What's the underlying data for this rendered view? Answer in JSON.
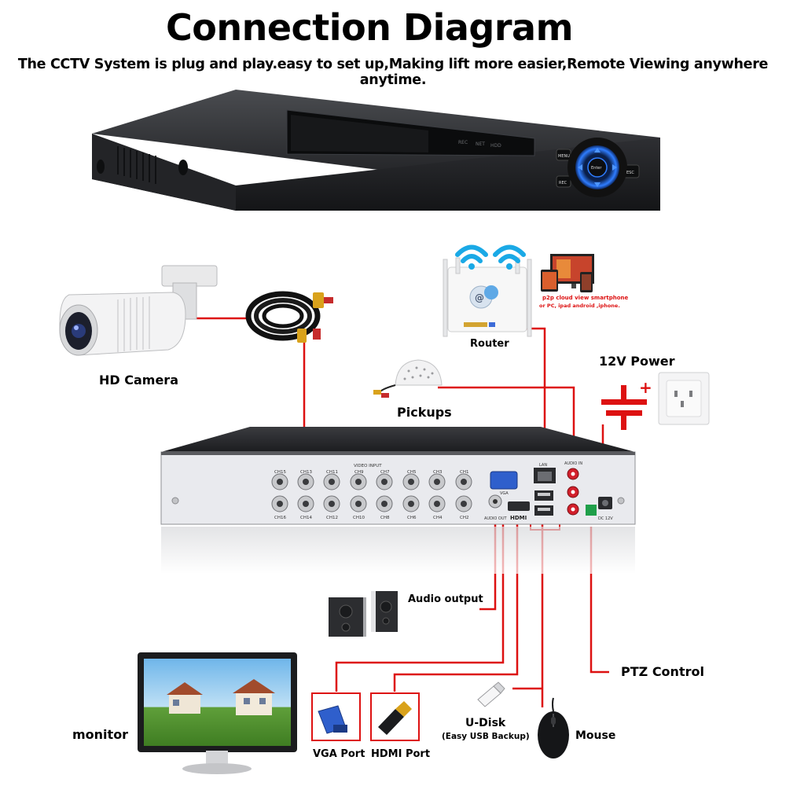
{
  "header": {
    "title": "Connection Diagram",
    "subtitle": "The CCTV System is plug and play.easy to set up,Making lift more easier,Remote Viewing anywhere anytime."
  },
  "labels": {
    "hd_camera": "HD Camera",
    "router": "Router",
    "p2p_line1": "p2p cloud  view smartphone",
    "p2p_line2": "or PC, ipad android ,iphone.",
    "power": "12V Power",
    "pickups": "Pickups",
    "audio_output": "Audio output",
    "ptz_control": "PTZ Control",
    "monitor": "monitor",
    "vga_port": "VGA Port",
    "hdmi_port": "HDMI Port",
    "u_disk": "U-Disk",
    "u_disk_note": "(Easy USB Backup)",
    "mouse": "Mouse"
  },
  "dvr_front": {
    "indicators": [
      "REC",
      "NET",
      "HDD"
    ],
    "buttons": [
      "MENU",
      "REC",
      "Enter",
      "ESC"
    ]
  },
  "dvr_back": {
    "video_input_label": "VIDEO INPUT",
    "channels_top": [
      "CH15",
      "CH13",
      "CH11",
      "CH9",
      "CH7",
      "CH5",
      "CH3",
      "CH1"
    ],
    "channels_bottom": [
      "CH16",
      "CH14",
      "CH12",
      "CH10",
      "CH8",
      "CH6",
      "CH4",
      "CH2"
    ],
    "port_labels": {
      "vga": "VGA",
      "audio_out": "AUDIO OUT",
      "hdmi": "HDMI",
      "lan": "LAN",
      "audio_in": "AUDIO IN",
      "dc": "DC 12V"
    }
  },
  "colors": {
    "connector_line": "#dd1111",
    "wifi": "#1aa9e6",
    "dvr_body": "#2a2b2e",
    "panel": "#e9eaee"
  }
}
